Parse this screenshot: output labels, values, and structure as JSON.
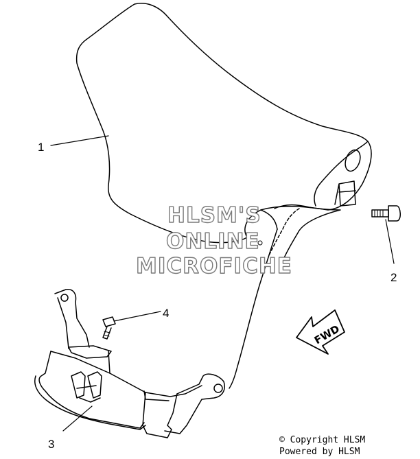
{
  "callouts": [
    {
      "id": "1"
    },
    {
      "id": "2"
    },
    {
      "id": "3"
    },
    {
      "id": "4"
    }
  ],
  "watermark": {
    "line1": "HLSM'S",
    "line2": "ONLINE",
    "line3": "MICROFICHE"
  },
  "direction_arrow": {
    "label": "FWD"
  },
  "footer": {
    "copyright": "© Copyright HLSM",
    "powered_by": "Powered by HLSM"
  },
  "colors": {
    "line": "#000000",
    "background": "#ffffff",
    "watermark_outline": "#7a7a7a"
  }
}
